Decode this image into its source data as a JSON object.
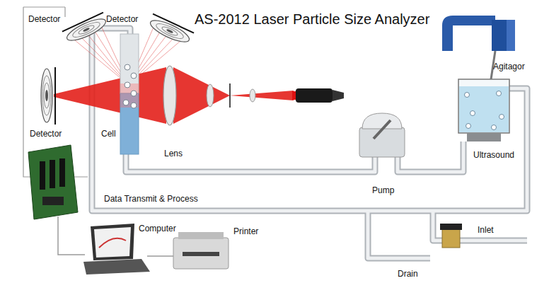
{
  "diagram": {
    "title": "AS-2012 Laser Particle Size Analyzer",
    "labels": [
      "Detector",
      "Detector",
      "Agitagor",
      "Detector",
      "Cell",
      "Lens",
      "Ultrasound",
      "Pump",
      "Data Transmit & Process",
      "Computer",
      "Printer",
      "Inlet",
      "Drain"
    ]
  }
}
